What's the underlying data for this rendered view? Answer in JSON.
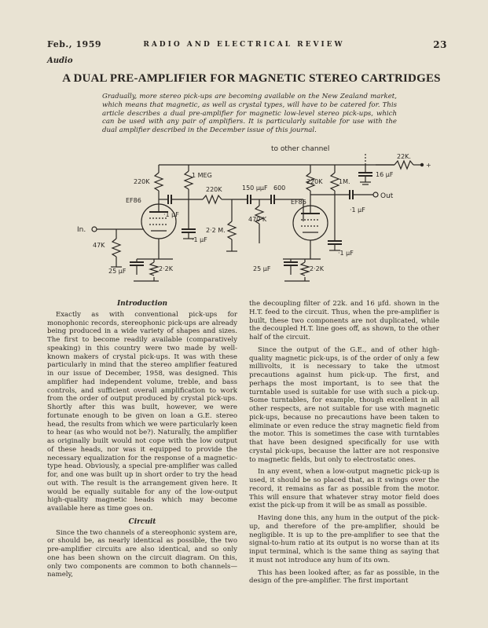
{
  "header": {
    "date": "Feb., 1959",
    "journal": "RADIO AND ELECTRICAL REVIEW",
    "page_number": "23"
  },
  "section_label": "Audio",
  "title": "A DUAL PRE-AMPLIFIER FOR MAGNETIC STEREO CARTRIDGES",
  "standfirst": "Gradually, more stereo pick-ups are becoming available on the New Zealand market, which means that magnetic, as well as crystal types, will have to be catered for. This article describes a dual pre-amplifier for magnetic low-level stereo pick-ups, which can be used with any pair of amplifiers. It is particularly suitable for use with the dual amplifier described in the December issue of this journal.",
  "diagram": {
    "labels": {
      "to_other_channel": "to other channel",
      "r_22k_top": "22K.",
      "plus": "+",
      "c_16uf": "16 μF",
      "r_220k_1": "220K",
      "r_1meg": "1 MEG",
      "r_220k_2": "220K",
      "c_150pf": "150 μμF",
      "r_600": "600",
      "r_220k_3": "220K",
      "r_1m": "1M.",
      "c_01_out": "·1 μF",
      "out": "Out",
      "efb6_1": "EF86",
      "efb6_2": "EF86",
      "c_01_1": "·1 μF",
      "r_470k": "470 K",
      "in": "In.",
      "r_22m": "2·2 M.",
      "c_01_2": "·1 μF",
      "c_01_3": "·1 μF",
      "r_47k": "47K",
      "c_25uf_1": "25 μF",
      "r_22k_1": "2·2K",
      "c_25uf_2": "25 μF",
      "r_22k_2": "2·2K"
    }
  },
  "left_column": {
    "intro_heading": "Introduction",
    "intro_paragraphs": [
      "Exactly as with conventional pick-ups for monophonic records, stereophonic pick-ups are already being produced in a wide variety of shapes and sizes. The first to become readily available (comparatively speaking) in this country were two made by well-known makers of crystal pick-ups. It was with these particularly in mind that the stereo amplifier featured in our issue of December, 1958, was designed. This amplifier had independent volume, treble, and bass controls, and sufficient overall amplification to work from the order of output produced by crystal pick-ups. Shortly after this was built, however, we were fortunate enough to be given on loan a G.E. stereo head, the results from which we were particularly keen to hear (as who would not be?). Naturally, the amplifier as originally built would not cope with the low output of these heads, nor was it equipped to provide the necessary equalization for the response of a magnetic-type head. Obviously, a special pre-amplifier was called for, and one was built up in short order to try the head out with. The result is the arrangement given here. It would be equally suitable for any of the low-output high-quality magnetic heads which may become available here as time goes on."
    ],
    "circuit_heading": "Circuit",
    "circuit_paragraphs": [
      "Since the two channels of a stereophonic system are, or should be, as nearly identical as possible, the two pre-amplifier circuits are also identical, and so only one has been shown on the circuit diagram. On this, only two components are common to both channels—namely,"
    ]
  },
  "right_column": {
    "paragraphs": [
      "the decoupling filter of 22k. and 16 μfd. shown in the H.T. feed to the circuit. Thus, when the pre-amplifier is built, these two components are not duplicated, while the decoupled H.T. line goes off, as shown, to the other half of the circuit.",
      "Since the output of the G.E., and of other high-quality magnetic pick-ups, is of the order of only a few millivolts, it is necessary to take the utmost precautions against hum pick-up. The first, and perhaps the most important, is to see that the turntable used is suitable for use with such a pick-up. Some turntables, for example, though excellent in all other respects, are not suitable for use with magnetic pick-ups, because no precautions have been taken to eliminate or even reduce the stray magnetic field from the motor. This is sometimes the case with turntables that have been designed specifically for use with crystal pick-ups, because the latter are not responsive to magnetic fields, but only to electrostatic ones.",
      "In any event, when a low-output magnetic pick-up is used, it should be so placed that, as it swings over the record, it remains as far as possible from the motor. This will ensure that whatever stray motor field does exist the pick-up from it will be as small as possible.",
      "Having done this, any hum in the output of the pick-up, and therefore of the pre-amplifier, should be negligible. It is up to the pre-amplifier to see that the signal-to-hum ratio at its output is no worse than at its input terminal, which is the same thing as saying that it must not introduce any hum of its own.",
      "This has been looked after, as far as possible, in the design of the pre-amplifier. The first important"
    ]
  }
}
